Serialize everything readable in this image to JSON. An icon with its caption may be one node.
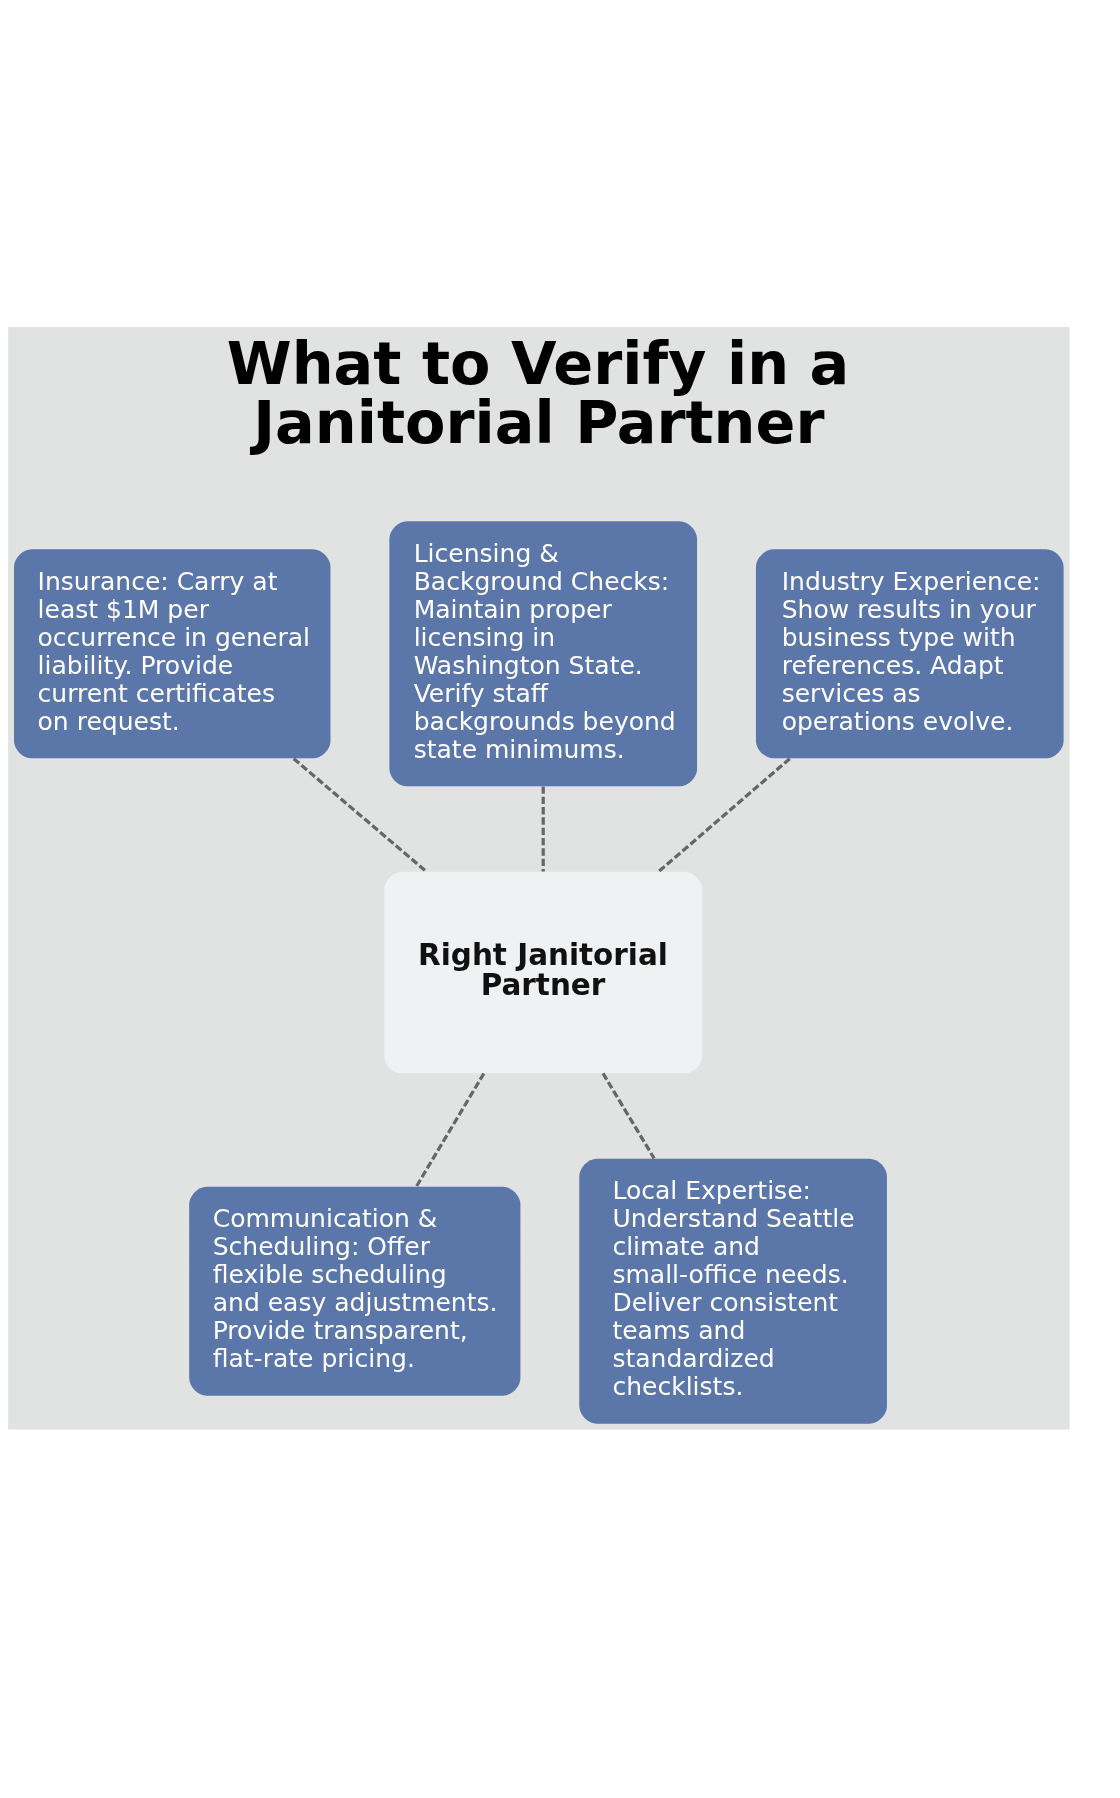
{
  "diagram": {
    "title": "What to Verify in a Janitorial Partner",
    "nodes": [
      {
        "text": [
          "Insurance: Carry at least $1M per occurrence in general liability. Provide current certificates on request."
        ]
      },
      {
        "text": [
          "Licensing & Background Checks: Maintain proper licensing in Washington State. Verify staff backgrounds beyond state minimums."
        ]
      },
      {
        "text": [
          "Industry Experience: Show results in your business type with references. Adapt services as operations evolve."
        ]
      },
      {
        "text": [
          "Right Janitorial Partner"
        ]
      },
      {
        "text": [
          "Communication & Scheduling: Offer flexible scheduling and easy adjustments. Provide transparent, flat-rate pricing."
        ]
      },
      {
        "text": [
          "Local Expertise: Understand Seattle climate and small-office needs. Deliver consistent teams and standardized checklists."
        ]
      }
    ],
    "edges": [
      {
        "from": 0,
        "to": 3,
        "arrow": "none",
        "style": "dashed"
      },
      {
        "from": 1,
        "to": 3,
        "arrow": "none",
        "style": "dashed"
      },
      {
        "from": 2,
        "to": 3,
        "arrow": "none",
        "style": "dashed"
      },
      {
        "from": 3,
        "to": 4,
        "arrow": "none",
        "style": "dashed"
      },
      {
        "from": 3,
        "to": 5,
        "arrow": "none",
        "style": "dashed"
      }
    ]
  }
}
